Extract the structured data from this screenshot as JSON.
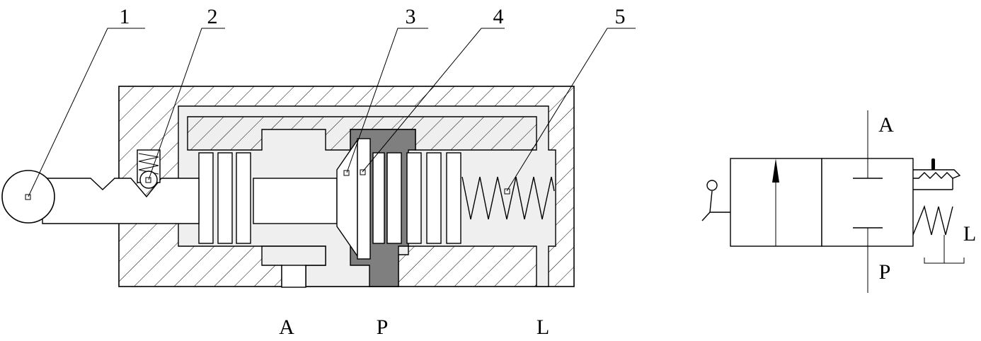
{
  "callouts": {
    "c1": "1",
    "c2": "2",
    "c3": "3",
    "c4": "4",
    "c5": "5"
  },
  "section_ports": {
    "a": "A",
    "p": "P",
    "l": "L"
  },
  "symbol_ports": {
    "a": "A",
    "p": "P",
    "l": "L"
  },
  "colors": {
    "chamber_fill": "#efefef",
    "pressure_fill": "#7f7f7f",
    "line": "#000000"
  }
}
